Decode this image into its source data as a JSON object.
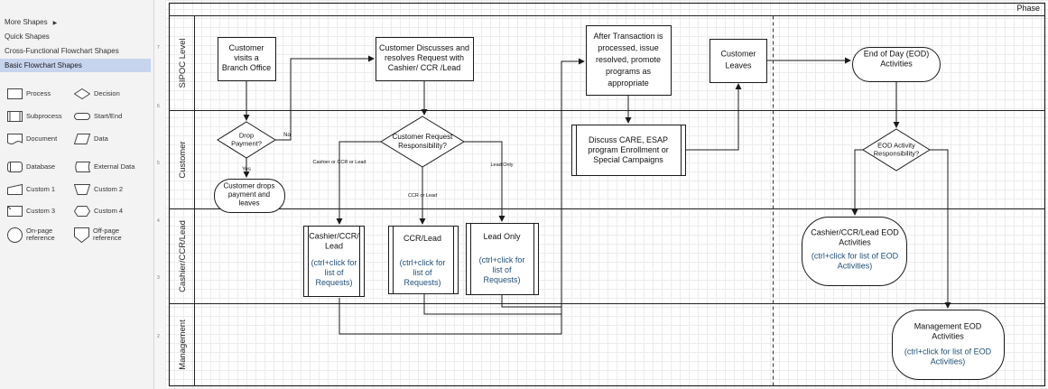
{
  "sidebar": {
    "menu": [
      {
        "label": "More Shapes"
      },
      {
        "label": "Quick Shapes"
      },
      {
        "label": "Cross-Functional Flowchart Shapes"
      },
      {
        "label": "Basic Flowchart Shapes"
      }
    ],
    "stencils": [
      {
        "label": "Process",
        "icon": "process-shape-icon"
      },
      {
        "label": "Decision",
        "icon": "decision-shape-icon"
      },
      {
        "label": "Subprocess",
        "icon": "subprocess-shape-icon"
      },
      {
        "label": "Start/End",
        "icon": "start-end-shape-icon"
      },
      {
        "label": "Document",
        "icon": "document-shape-icon"
      },
      {
        "label": "Data",
        "icon": "data-shape-icon"
      },
      {
        "label": "Database",
        "icon": "database-shape-icon"
      },
      {
        "label": "External Data",
        "icon": "external-data-shape-icon"
      },
      {
        "label": "Custom 1",
        "icon": "custom1-shape-icon"
      },
      {
        "label": "Custom 2",
        "icon": "custom2-shape-icon"
      },
      {
        "label": "Custom 3",
        "icon": "custom3-shape-icon"
      },
      {
        "label": "Custom 4",
        "icon": "custom4-shape-icon"
      },
      {
        "label": "On-page reference",
        "icon": "on-page-reference-shape-icon"
      },
      {
        "label": "Off-page reference",
        "icon": "off-page-reference-shape-icon"
      }
    ]
  },
  "ruler": {
    "ticks": [
      "7",
      "6",
      "5",
      "4",
      "3",
      "2"
    ]
  },
  "diagram": {
    "phase_label": "Phase",
    "lanes": [
      "SIPOC Level",
      "Customer",
      "Cashier/CCR/Lead",
      "Management"
    ],
    "shapes": {
      "visit": "Customer|visits a|Branch Office",
      "discuss": "Customer Discusses and|resolves Request  with|Cashier/ CCR /Lead",
      "after": "After Transaction is|processed, issue|resolved,  promote|programs as|appropriate",
      "leaves": "Customer|Leaves",
      "eod": "End of Day (EOD)|Activities",
      "drop": "Drop|Payment?",
      "dropsPay": "Customer drops|payment and|leaves",
      "respQ": "Customer Request|Responsibility?",
      "discussCare": "Discuss CARE, ESAP|program Enrollment or|Special Campaigns",
      "eodQ": "EOD Activity|Responsibility?",
      "cashierReq": "Cashier/CCR/|Lead",
      "ccrLead": "CCR/Lead",
      "leadOnly": "Lead Only",
      "cashierEod": "Cashier/CCR/Lead EOD|Activities",
      "mgmtEod": "Management EOD|Activities"
    },
    "links": {
      "cashierReq": "(ctrl+click for|list of|Requests)",
      "ccrLead": "(ctrl+click for|list of|Requests)",
      "leadOnly": "(ctrl+click for|list of|Requests)",
      "cashierEod": "(ctrl+click for list of EOD|Activities)",
      "mgmtEod": "(ctrl+click for list of EOD|Activities)"
    },
    "edge_labels": {
      "no": "No",
      "yes": "Yes",
      "cashierOrCcr": "Cashier or CCR or Lead",
      "ccrOrLead": "CCR or Lead",
      "leadOnly": "Lead Only"
    },
    "colors": {
      "link": "#1f4e79",
      "line": "#1a1a1a",
      "lane_text": "#222222"
    }
  }
}
